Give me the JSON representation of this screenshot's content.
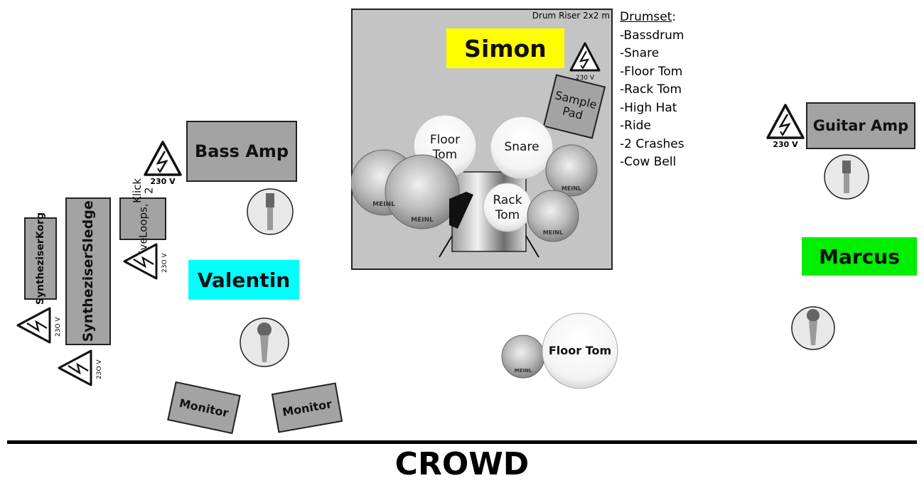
{
  "riser": {
    "label": "Drum Riser 2x2 m"
  },
  "musicians": {
    "simon": "Simon",
    "valentin": "Valentin",
    "marcus": "Marcus"
  },
  "drumset": {
    "title": "Drumset",
    "title_suffix": ":",
    "items": [
      "-Bassdrum",
      "-Snare",
      "-Floor Tom",
      "-Rack Tom",
      "-High Hat",
      "-Ride",
      "-2 Crashes",
      "-Cow Bell"
    ]
  },
  "drums": {
    "floor_tom_line1": "Floor",
    "floor_tom_line2": "Tom",
    "snare": "Snare",
    "rack_tom_line1": "Rack",
    "rack_tom_line2": "Tom",
    "sample_pad_line1": "Sample",
    "sample_pad_line2": "Pad",
    "extra_floor_tom": "Floor Tom",
    "cymbal_brand": "MEINL"
  },
  "equipment": {
    "bass_amp": "Bass Amp",
    "guitar_amp": "Guitar Amp",
    "synth_korg_line1": "Syntheziser",
    "synth_korg_line2": "Korg",
    "synth_sledge_line1": "Syntheziser",
    "synth_sledge_line2": "Sledge",
    "live_loops_line1": "Live",
    "live_loops_line2": "Loops,",
    "live_loops_line3": "Klick 2",
    "monitor_left": "Monitor",
    "monitor_right": "Monitor"
  },
  "power": {
    "riser_label": "230 V",
    "bass_label": "230 V",
    "guitar_label": "230 V",
    "loops_label": "23O V",
    "korg_label": "23O V",
    "sledge_label": "23O V"
  },
  "crowd": {
    "label": "CROWD"
  },
  "colors": {
    "simon": "#ffff00",
    "valentin": "#00ffff",
    "marcus": "#00ee00",
    "box": "#a3a3a3",
    "riser": "#c4c4c4"
  }
}
